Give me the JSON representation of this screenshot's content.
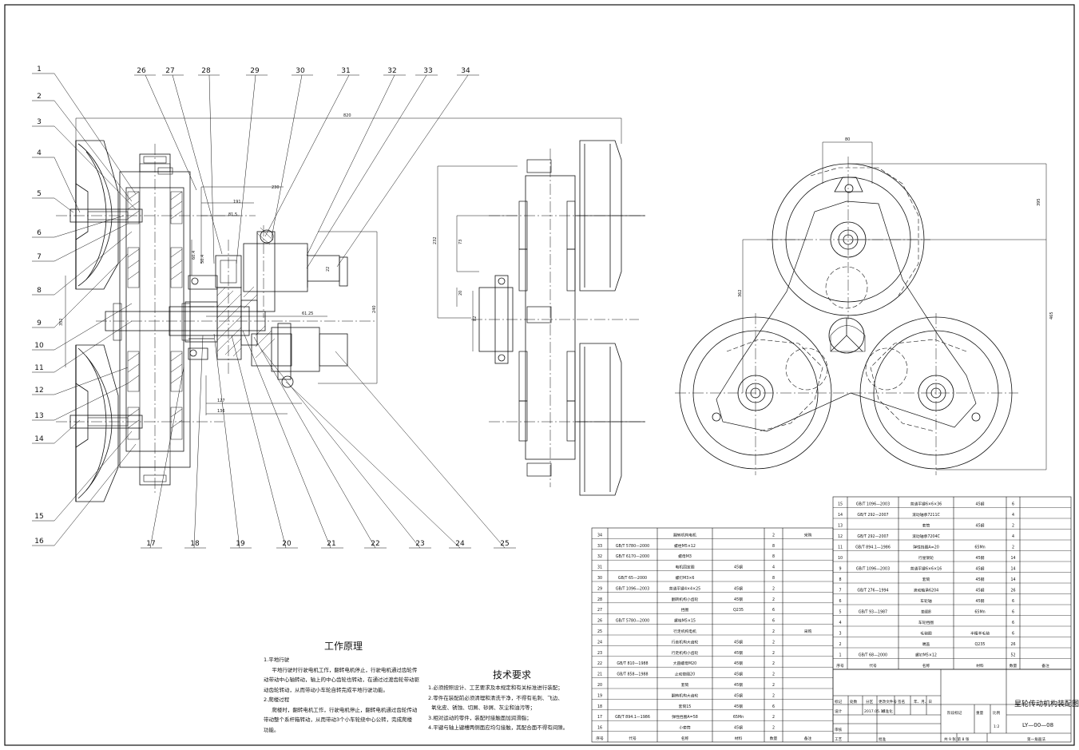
{
  "balloons_top": [
    "26",
    "27",
    "28",
    "29",
    "30",
    "31",
    "32",
    "33",
    "34"
  ],
  "balloons_left": [
    "1",
    "2",
    "3",
    "4",
    "5",
    "6",
    "7",
    "8",
    "9",
    "10",
    "11",
    "12",
    "13",
    "14",
    "15",
    "16"
  ],
  "balloons_bottom": [
    "17",
    "18",
    "19",
    "20",
    "21",
    "22",
    "23",
    "24",
    "25"
  ],
  "dimensions": {
    "overall_width": "820",
    "d_230": "230",
    "d_191": "191",
    "d_81_5": "81.5",
    "d_60_4": "60.4",
    "d_50_4": "50.4",
    "d_61_25": "61.25",
    "d_127": "127",
    "d_136": "136",
    "d_352": "352",
    "d_240": "240",
    "d_232": "232",
    "d_73": "73",
    "d_20": "20",
    "d_362": "362",
    "d_80": "80",
    "d_395": "395",
    "d_465": "465",
    "d_82": "82",
    "d_22": "22"
  },
  "principle": {
    "title": "工作原理",
    "lines": [
      "1.平地行驶",
      "     平地行驶时行驶电机工作，翻转电机停止，行驶电机通过齿轮传",
      "动带动中心轴转动，轴上的中心齿轮也转动，在通过过渡齿轮带动驱",
      "动齿轮转动，从而带动小车轮自转完成平地行驶功能。",
      "2.爬楼过程",
      "     爬楼时，翻转电机工作，行驶电机停止，翻转电机通过齿轮传动",
      "带动整个系杆箱转动，从而带动3个小车轮绕中心公转，完成爬楼",
      "功能。"
    ]
  },
  "tech": {
    "title": "技术要求",
    "lines": [
      "1.必须按照设计、工艺要求及本规定和有关标准进行装配；",
      "2.零件在装配前必须清理和清洗干净，不得有毛刺、飞边、",
      "  氧化皮、锈蚀、切屑、砂屑、灰尘和油污等；",
      "3.相对运动的零件，装配时接触面加润滑脂；",
      "4.平键与轴上键槽两侧面应均匀接触，其配合面不得有间隙。"
    ]
  },
  "bom_left_rows": [
    [
      "34",
      "",
      "翻转机构电机",
      "",
      "2",
      "采购"
    ],
    [
      "33",
      "GB/T 5780—2000",
      "螺栓M5×12",
      "",
      "8",
      ""
    ],
    [
      "32",
      "GB/T 6170—2000",
      "螺母M3",
      "",
      "8",
      ""
    ],
    [
      "31",
      "",
      "电机固定圈",
      "45钢",
      "4",
      ""
    ],
    [
      "30",
      "GB/T 65—2000",
      "螺钉M3×6",
      "",
      "8",
      ""
    ],
    [
      "29",
      "GB/T 1096—2003",
      "普通平键4×4×25",
      "45钢",
      "2",
      ""
    ],
    [
      "28",
      "",
      "翻转机构小齿轮",
      "45钢",
      "2",
      ""
    ],
    [
      "27",
      "",
      "挡圈",
      "Q235",
      "6",
      ""
    ],
    [
      "26",
      "GB/T 5780—2000",
      "螺栓M5×15",
      "",
      "6",
      ""
    ],
    [
      "25",
      "",
      "行走机构电机",
      "",
      "2",
      "采购"
    ],
    [
      "24",
      "",
      "行走机构大齿轮",
      "45钢",
      "2",
      ""
    ],
    [
      "23",
      "",
      "行走机构小齿轮",
      "45钢",
      "2",
      ""
    ],
    [
      "22",
      "GB/T 810—1988",
      "大圆螺母M20",
      "45钢",
      "2",
      ""
    ],
    [
      "21",
      "GB/T 858—1988",
      "止动垫圈20",
      "45钢",
      "2",
      ""
    ],
    [
      "20",
      "",
      "套筒",
      "45钢",
      "2",
      ""
    ],
    [
      "19",
      "",
      "翻转机构大齿轮",
      "45钢",
      "2",
      ""
    ],
    [
      "18",
      "",
      "套筒15",
      "45钢",
      "6",
      ""
    ],
    [
      "17",
      "GB/T 894.1—1986",
      "弹性挡圈A=58",
      "65Mn",
      "2",
      ""
    ],
    [
      "16",
      "",
      "小套筒",
      "45钢",
      "2",
      ""
    ]
  ],
  "bom_left_header": [
    "序号",
    "代号",
    "名称",
    "材料",
    "数量",
    "备注"
  ],
  "bom_right_rows": [
    [
      "15",
      "GB/T 1096—2003",
      "普通平键6×6×36",
      "45钢",
      "6",
      ""
    ],
    [
      "14",
      "GB/T 292—2007",
      "滚动轴承7211C",
      "",
      "4",
      ""
    ],
    [
      "13",
      "",
      "套筒",
      "45钢",
      "2",
      ""
    ],
    [
      "12",
      "GB/T 292—2007",
      "滚动轴承7204C",
      "",
      "4",
      ""
    ],
    [
      "11",
      "GB/T 894.1—1986",
      "弹性挡圈A=20",
      "65Mn",
      "2",
      ""
    ],
    [
      "10",
      "",
      "行星架轮",
      "45钢",
      "14",
      ""
    ],
    [
      "9",
      "GB/T 1096—2003",
      "普通平键6×6×16",
      "45钢",
      "14",
      ""
    ],
    [
      "8",
      "",
      "套筒",
      "45钢",
      "14",
      ""
    ],
    [
      "7",
      "GB/T 276—1994",
      "滚动轴承6204",
      "45钢",
      "26",
      ""
    ],
    [
      "6",
      "",
      "车轮轴",
      "45钢",
      "6",
      ""
    ],
    [
      "5",
      "GB/T 93—1987",
      "垫圈8",
      "65Mn",
      "6",
      ""
    ],
    [
      "4",
      "",
      "车轮挡圈",
      "",
      "6",
      ""
    ],
    [
      "3",
      "",
      "毛毡圈",
      "半粗羊毛毡",
      "6",
      ""
    ],
    [
      "2",
      "",
      "端盖",
      "Q235",
      "26",
      ""
    ],
    [
      "1",
      "GB/T 68—2000",
      "螺钉M5×12",
      "",
      "52",
      ""
    ]
  ],
  "bom_right_header": [
    "序号",
    "代号",
    "名称",
    "材料",
    "数量",
    "备注"
  ],
  "titleblock": {
    "drawing_name": "星轮传动机构装配图",
    "drawing_no": "LY—00—08",
    "scale": "1:2",
    "scale_label": "比例",
    "weight_label": "重量",
    "stage_label": "阶段标记",
    "sheet_info": "共 9 张    第 8 张",
    "projection": "第一角画法",
    "rev_headers": [
      "标记",
      "处数",
      "分区",
      "更改文件号",
      "签名",
      "年、月、日"
    ],
    "designer_label": "设计",
    "designer_name": "",
    "date": "2017.05.14",
    "standard_label": "标准化",
    "review_label": "审核",
    "process_label": "工艺",
    "approve_label": "批准"
  }
}
